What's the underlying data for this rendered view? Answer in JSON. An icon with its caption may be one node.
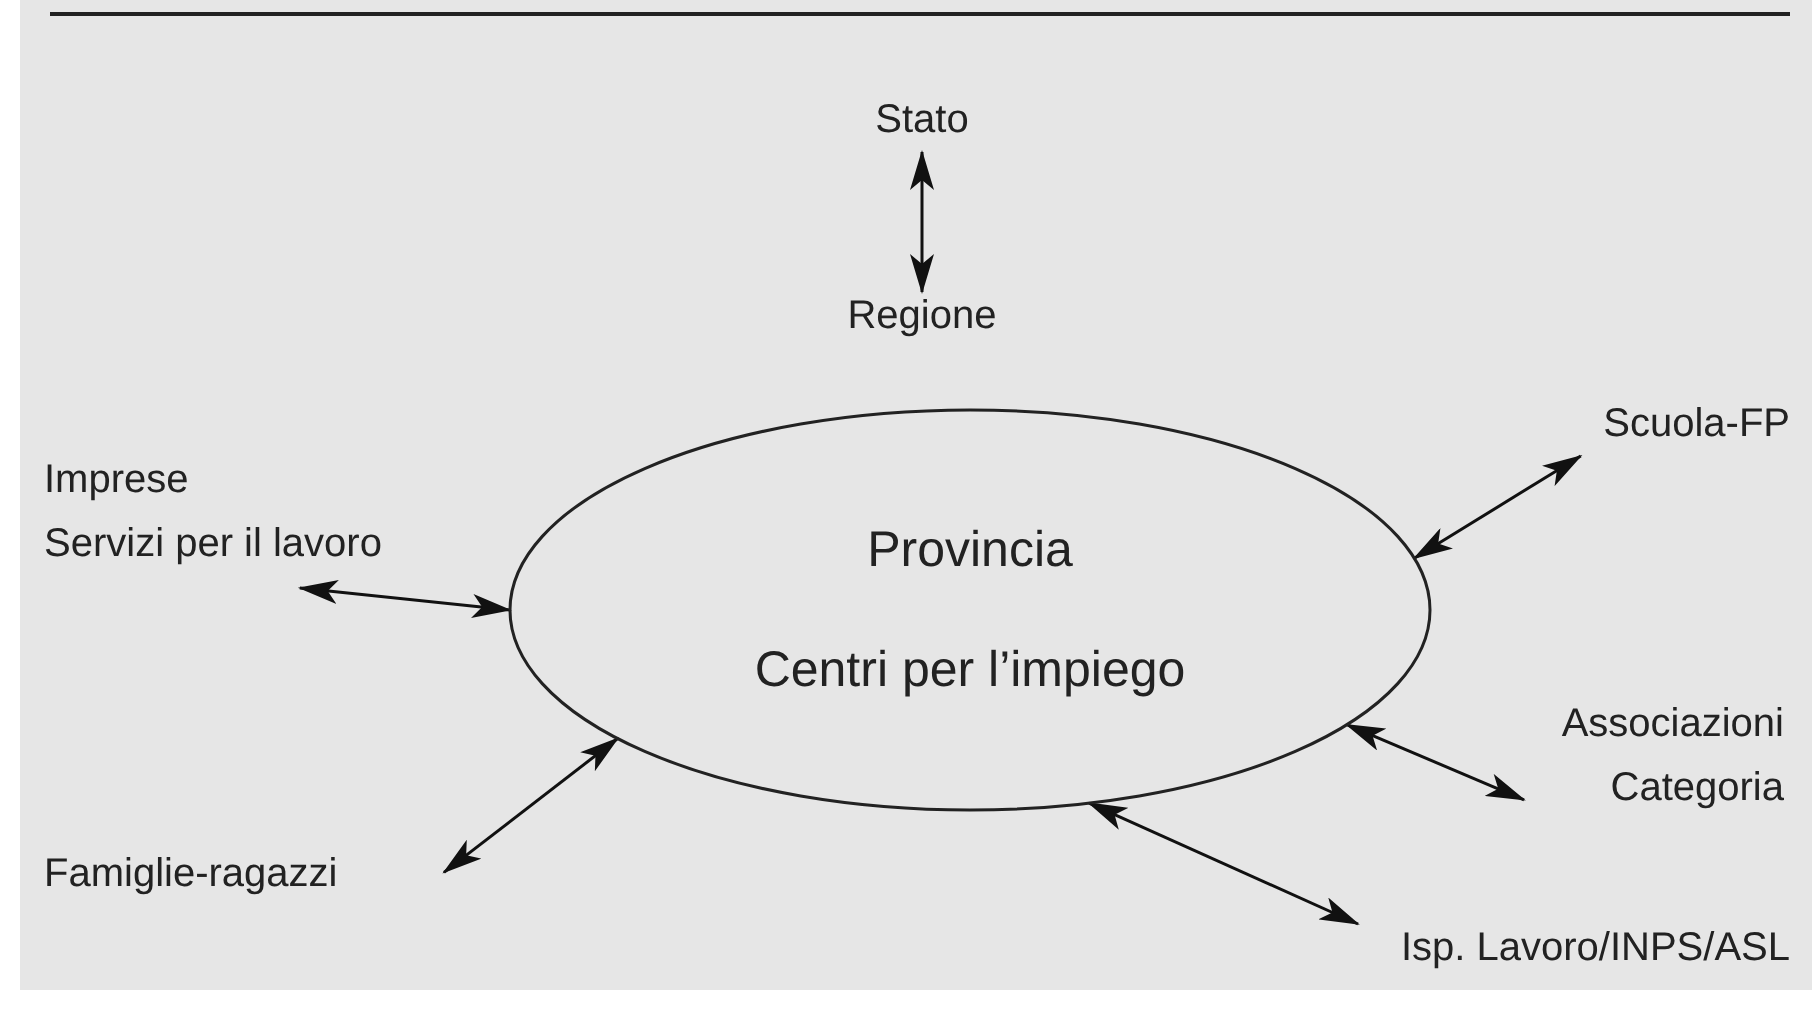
{
  "diagram": {
    "nodes": [
      {
        "text": [
          "Stato"
        ]
      },
      {
        "text": [
          "Regione"
        ]
      },
      {
        "text": [
          "Scuola-FP"
        ]
      },
      {
        "text": [
          "Imprese",
          "Servizi per il lavoro"
        ]
      },
      {
        "text": [
          "Provincia",
          "Centri per l’impiego"
        ]
      },
      {
        "text": [
          "Associazioni",
          "Categoria"
        ]
      },
      {
        "text": [
          "Famiglie-ragazzi"
        ]
      },
      {
        "text": [
          "Isp. Lavoro/INPS/ASL"
        ]
      }
    ],
    "edges": [
      {
        "from": 0,
        "to": 1,
        "arrow": "both"
      },
      {
        "from": 4,
        "to": 2,
        "arrow": "both"
      },
      {
        "from": 4,
        "to": 3,
        "arrow": "both"
      },
      {
        "from": 4,
        "to": 5,
        "arrow": "both"
      },
      {
        "from": 4,
        "to": 7,
        "arrow": "both"
      },
      {
        "from": 4,
        "to": 6,
        "arrow": "both"
      }
    ]
  }
}
